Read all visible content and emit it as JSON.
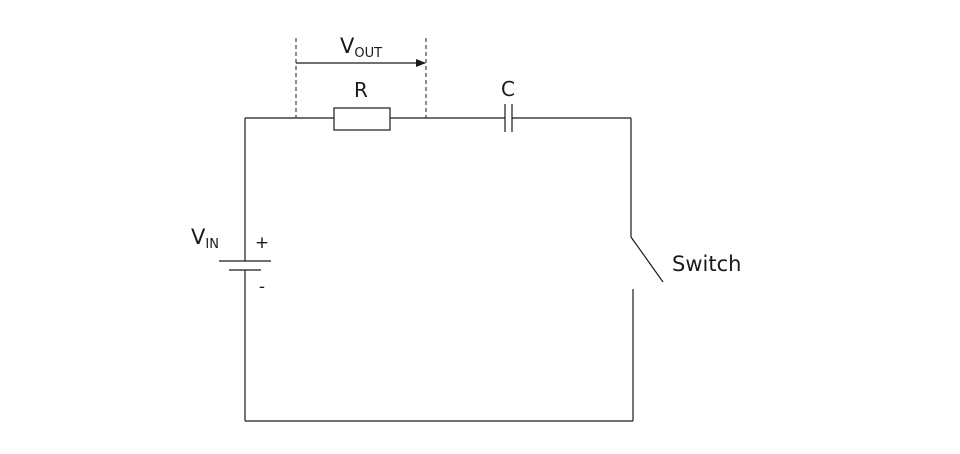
{
  "diagram": {
    "resistor_label": "R",
    "capacitor_label": "C",
    "switch_label": "Switch",
    "vin": {
      "main": "V",
      "sub": "IN"
    },
    "vout": {
      "main": "V",
      "sub": "OUT"
    },
    "plus_sign": "+",
    "minus_sign": "-"
  }
}
